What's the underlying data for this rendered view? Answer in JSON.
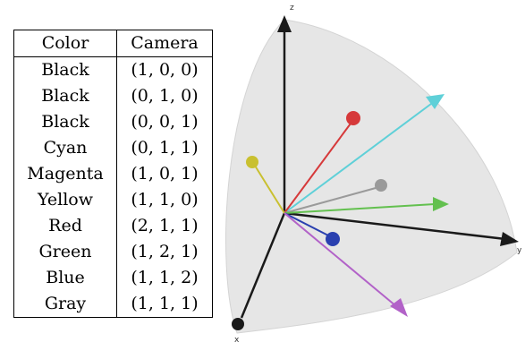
{
  "table": {
    "headers": [
      "Color",
      "Camera"
    ],
    "rows": [
      {
        "color": "Black",
        "camera": "(1, 0, 0)"
      },
      {
        "color": "Black",
        "camera": "(0, 1, 0)"
      },
      {
        "color": "Black",
        "camera": "(0, 0, 1)"
      },
      {
        "color": "Cyan",
        "camera": "(0, 1, 1)"
      },
      {
        "color": "Magenta",
        "camera": "(1, 0, 1)"
      },
      {
        "color": "Yellow",
        "camera": "(1, 1, 0)"
      },
      {
        "color": "Red",
        "camera": "(2, 1, 1)"
      },
      {
        "color": "Green",
        "camera": "(1, 2, 1)"
      },
      {
        "color": "Blue",
        "camera": "(1, 1, 2)"
      },
      {
        "color": "Gray",
        "camera": "(1, 1, 1)"
      }
    ]
  },
  "axes": {
    "x": "x",
    "y": "y",
    "z": "z"
  },
  "colors": {
    "sphere_fill": "#e6e6e6",
    "black": "#1a1a1a",
    "cyan": "#5fd0d8",
    "magenta": "#b262c8",
    "yellow": "#c9c030",
    "red": "#d6393a",
    "green": "#63c04f",
    "blue": "#2a40b0",
    "gray": "#9a9a9a"
  }
}
